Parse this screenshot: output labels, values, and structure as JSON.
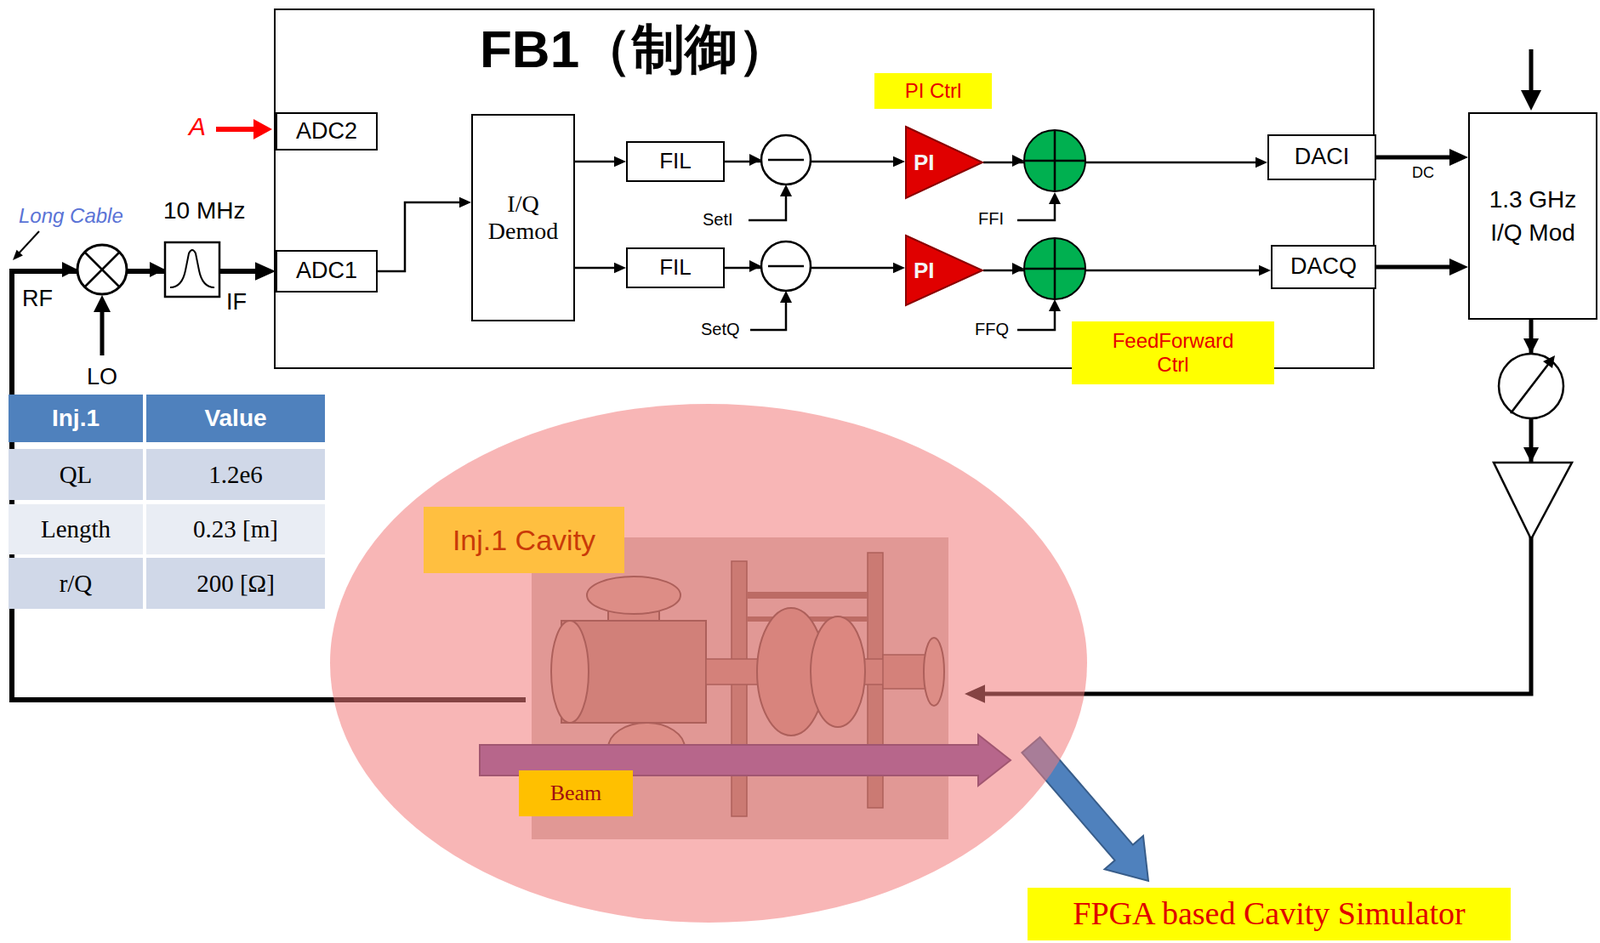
{
  "diagram": {
    "nodes": [
      {
        "text": [
          "FB1（制御）"
        ]
      },
      {
        "text": [
          "ADC2"
        ],
        "in": 0
      },
      {
        "text": [
          "ADC1"
        ],
        "in": 0
      },
      {
        "text": [
          "I/Q Demod"
        ],
        "in": 0
      },
      {
        "text": [
          "FIL"
        ],
        "in": 0
      },
      {
        "text": [
          "FIL"
        ],
        "in": 0
      },
      {
        "text": [
          "PI"
        ],
        "in": 0
      },
      {
        "text": [
          "PI"
        ],
        "in": 0
      },
      {
        "text": [
          "DACI"
        ],
        "in": 0
      },
      {
        "text": [
          "DACQ"
        ],
        "in": 0
      },
      {
        "text": [
          "PI Ctrl"
        ],
        "in": 0
      },
      {
        "text": [
          "FeedForward Ctrl"
        ],
        "in": 0
      },
      {
        "text": [
          "1.3 GHz I/Q Mod"
        ]
      },
      {
        "text": [
          "Inj.1 Cavity"
        ]
      },
      {
        "text": [
          "Beam"
        ],
        "in": 13
      },
      {
        "text": [
          "FPGA based Cavity Simulator"
        ]
      }
    ],
    "edges": [
      {
        "from": 2,
        "to": 3,
        "arrow": "to"
      },
      {
        "from": 3,
        "to": 4,
        "arrow": "to"
      },
      {
        "from": 3,
        "to": 5,
        "arrow": "to"
      },
      {
        "from": 4,
        "to": 6,
        "arrow": "to"
      },
      {
        "from": 5,
        "to": 7,
        "arrow": "to"
      },
      {
        "from": 6,
        "to": 8,
        "arrow": "to"
      },
      {
        "from": 7,
        "to": 9,
        "arrow": "to"
      },
      {
        "from": 8,
        "to": 12,
        "label": "DC",
        "arrow": "to"
      },
      {
        "from": 9,
        "to": 12,
        "arrow": "to"
      },
      {
        "from": 12,
        "to": 13,
        "arrow": "to"
      },
      {
        "from": 13,
        "to": 2,
        "arrow": "to"
      },
      {
        "from": 13,
        "to": 15,
        "arrow": "to"
      }
    ],
    "labels": [
      "A",
      "Long Cable",
      "10 MHz",
      "RF",
      "IF",
      "LO",
      "SetI",
      "SetQ",
      "FFI",
      "FFQ",
      "Inj.1",
      "Value",
      "QL",
      "1.2e6",
      "Length",
      "0.23 [m]",
      "r/Q",
      "200 [Ω]"
    ]
  }
}
